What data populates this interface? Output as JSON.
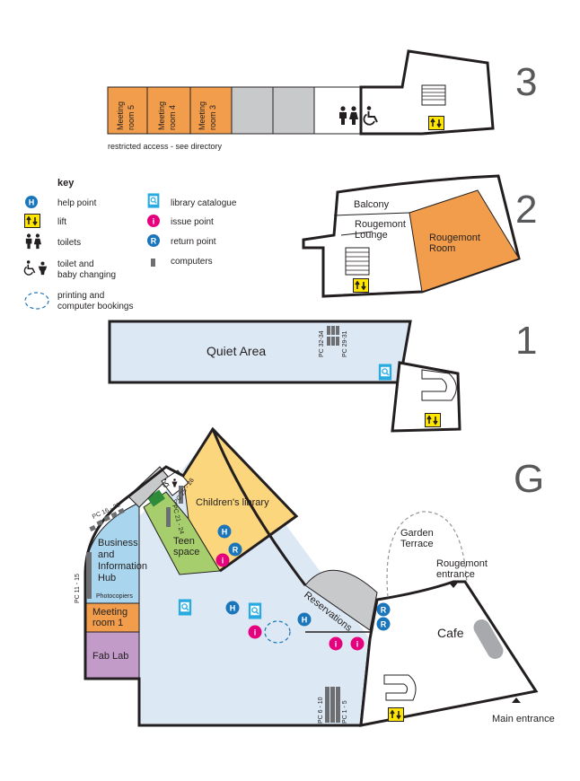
{
  "floors": {
    "third": {
      "number": "3",
      "meeting_room_5": [
        "Meeting",
        "room 5"
      ],
      "meeting_room_4": [
        "Meeting",
        "room 4"
      ],
      "meeting_room_3": [
        "Meeting",
        "room 3"
      ],
      "restricted_note": "restricted access - see directory"
    },
    "second": {
      "number": "2",
      "balcony": "Balcony",
      "lounge": [
        "Rougemont",
        "Lounge"
      ],
      "room": [
        "Rougemont",
        "Room"
      ]
    },
    "first": {
      "number": "1",
      "quiet_area": "Quiet Area",
      "pc_32_34": "PC 32-34",
      "pc_29_31": "PC 29-31"
    },
    "ground": {
      "number": "G",
      "childrens_library": "Children's library",
      "teen_space": [
        "Teen",
        "space"
      ],
      "business_hub": [
        "Business",
        "and",
        "Information",
        "Hub"
      ],
      "photocopiers": "Photocopiers",
      "meeting_room_1": [
        "Meeting",
        "room 1"
      ],
      "fab_lab": "Fab Lab",
      "garden_terrace": [
        "Garden",
        "Terrace"
      ],
      "rougemont_entrance": [
        "Rougemont",
        "entrance"
      ],
      "cafe": "Cafe",
      "main_entrance": "Main entrance",
      "reservations": "Reservations",
      "pc_16_20": "PC 16 - 20",
      "pc_11_15": "PC 11 - 15",
      "pc_21_24": "PC 21 - 24",
      "pc_25_28": "PC 25 - 28",
      "pc_6_10": "PC 6 - 10",
      "pc_1_5": "PC 1 - 5"
    }
  },
  "key": {
    "title": "key",
    "help_point": "help point",
    "lift": "lift",
    "toilets": "toilets",
    "toilet_baby": [
      "toilet and",
      "baby changing"
    ],
    "printing": [
      "printing and",
      "computer bookings"
    ],
    "library_catalogue": "library catalogue",
    "issue_point": "issue point",
    "return_point": "return point",
    "computers": "computers"
  },
  "icon_letters": {
    "help": "H",
    "issue": "i",
    "return": "R"
  },
  "colors": {
    "orange": "#f29d4b",
    "light_blue": "#dce8f3",
    "sky_blue": "#a9d6ee",
    "yellow": "#fcd67c",
    "green": "#a6ce6c",
    "purple": "#c39bc9",
    "grey": "#c8c9cb",
    "help_blue": "#1b75bb",
    "issue_magenta": "#e6007e",
    "lift_yellow": "#ffe600",
    "catalogue_cyan": "#29abe2"
  }
}
